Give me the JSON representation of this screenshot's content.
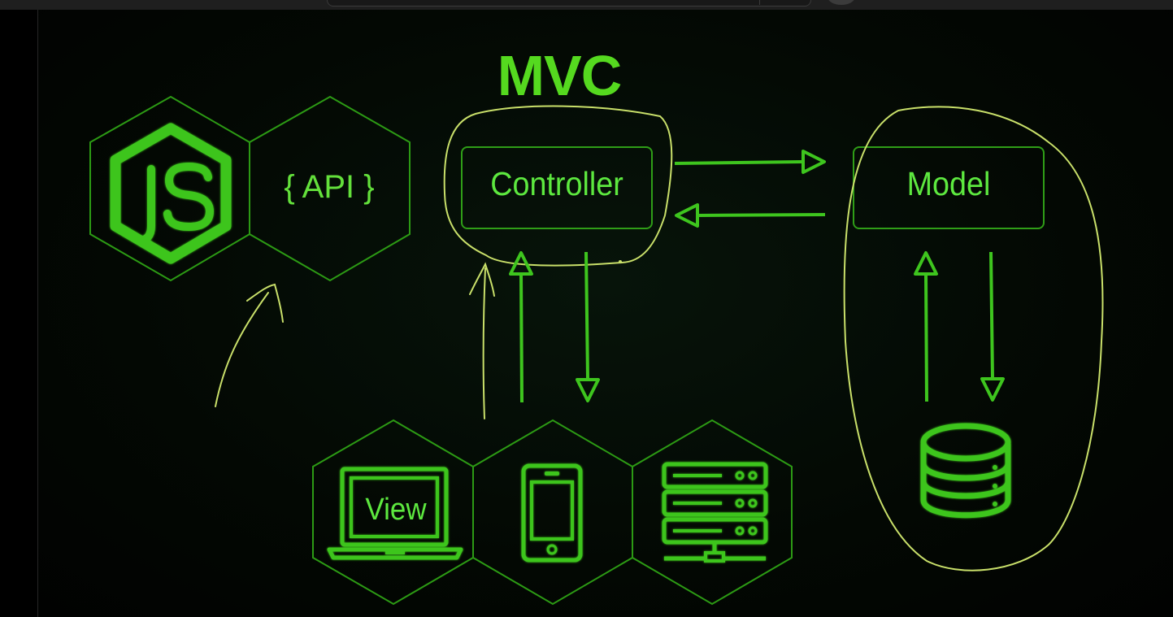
{
  "diagram": {
    "title": "MVC",
    "api_label": "{ API }",
    "nodejs_logo_text": "JS",
    "controller_label": "Controller",
    "model_label": "Model",
    "view_label": "View"
  },
  "icons": {
    "nodejs": "nodejs-hexagon-logo",
    "api": "api-braces",
    "laptop": "laptop-icon",
    "phone": "smartphone-icon",
    "server": "server-rack-icon",
    "database": "database-icon"
  },
  "colors": {
    "background": "#000000",
    "primary_green": "#3ec51e",
    "label_green": "#5de83f",
    "hex_outline": "#2c9a14",
    "annotation_yellow": "#c9e06a"
  }
}
